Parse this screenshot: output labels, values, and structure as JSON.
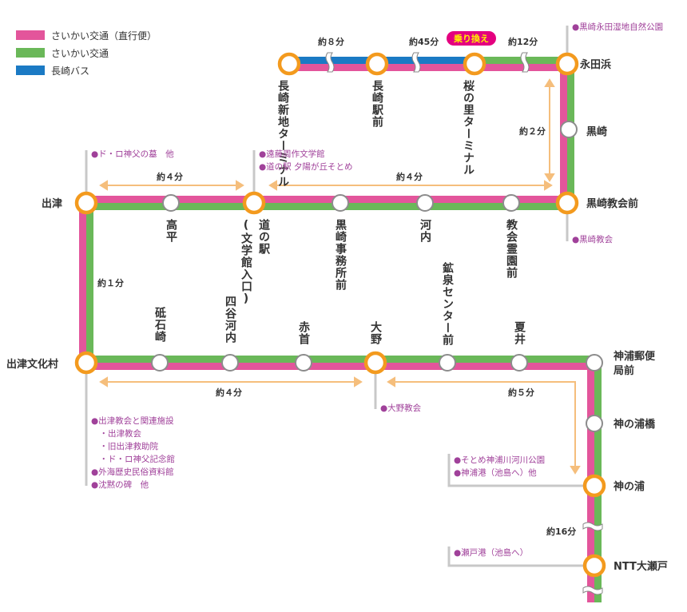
{
  "legend": [
    {
      "label": "さいかい交通（直行便）",
      "color": "#e3559b"
    },
    {
      "label": "さいかい交通",
      "color": "#6ab859"
    },
    {
      "label": "長崎バス",
      "color": "#1b7ac4"
    }
  ],
  "stations": {
    "nagasaki_shinchi": "長崎新地ターミナル",
    "nagasaki_eki": "長崎駅前",
    "sakuranosato": "桜の里ターミナル",
    "nagatahama": "永田浜",
    "kurosaki": "黒崎",
    "kurosaki_kyokai": "黒崎教会前",
    "kyokai_reien": "教会霊園前",
    "kawachi": "河内",
    "kurosaki_jimusho": "黒崎事務所前",
    "michinoeki": "道の駅",
    "michinoeki_sub": "(文学館入口)",
    "takahira": "高平",
    "shitsu": "出津",
    "shitsu_bunka": "出津文化村",
    "toishizaki": "砥石崎",
    "yotanigawachi": "四谷河内",
    "akakubi": "赤首",
    "ono": "大野",
    "kosen": "鉱泉センター前",
    "natsui": "夏井",
    "kounoura_post": "神浦郵便局前",
    "kounoura_bashi": "神の浦橋",
    "kounoura": "神の浦",
    "ntt_ose": "NTT大瀬戸"
  },
  "times": {
    "t8": "約８分",
    "t45": "約45分",
    "t12": "約12分",
    "t2": "約２分",
    "t4a": "約４分",
    "t4b": "約４分",
    "t1": "約１分",
    "t4c": "約４分",
    "t5": "約５分",
    "t16": "約16分"
  },
  "transfer_label": "乗り換え",
  "landmarks": {
    "nagatahama": [
      "●黒崎永田湿地自然公園"
    ],
    "shitsu_top": [
      "●ド・ロ神父の墓　他"
    ],
    "michinoeki": [
      "●遠藤周作文学館",
      "●道の駅 夕陽が丘そとめ"
    ],
    "kurosaki_kyokai": [
      "●黒崎教会"
    ],
    "shitsu_bunka": [
      "●出津教会と関連施設",
      "　・出津教会",
      "　・旧出津救助院",
      "　・ド・ロ神父記念館",
      "●外海歴史民俗資料館",
      "●沈黙の碑　他"
    ],
    "ono": [
      "●大野教会"
    ],
    "kounoura": [
      "●そとめ神浦川河川公園",
      "●神浦港（池島へ）他"
    ],
    "ntt": [
      "●瀬戸港（池島へ）"
    ]
  },
  "colors": {
    "pink": "#e3559b",
    "green": "#6ab859",
    "blue": "#1b7ac4",
    "station_orange": "#f39a1e",
    "arrow": "#f5be7c",
    "landmark": "#a0419a"
  }
}
